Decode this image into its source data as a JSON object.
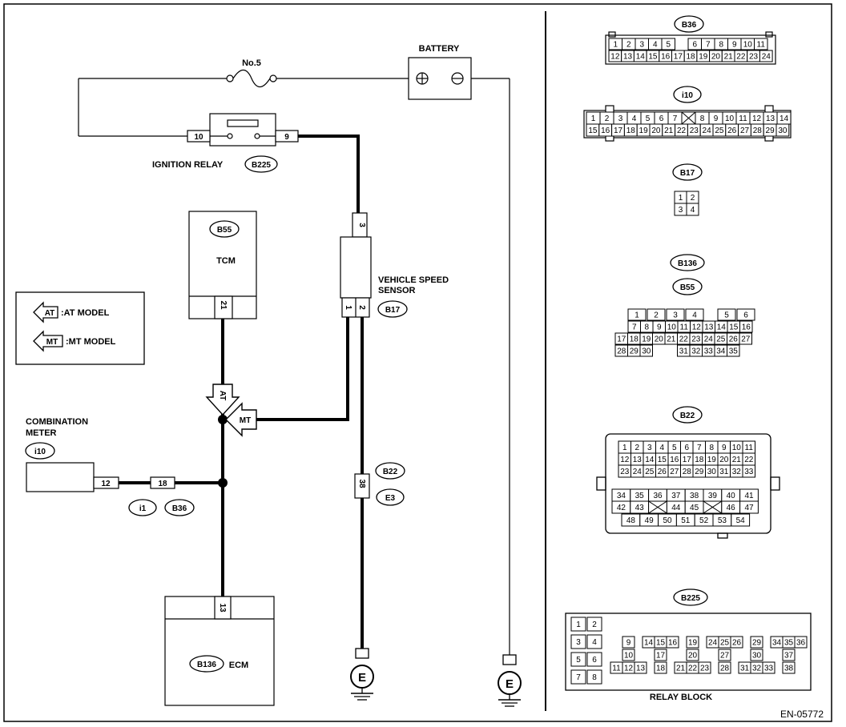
{
  "labels": {
    "fuse": "No.5",
    "battery": "BATTERY",
    "ignition_relay": "IGNITION RELAY",
    "tcm": "TCM",
    "vehicle_speed_sensor_1": "VEHICLE SPEED",
    "vehicle_speed_sensor_2": "SENSOR",
    "combination_meter_1": "COMBINATION",
    "combination_meter_2": "METER",
    "ecm": "ECM",
    "relay_block": "RELAY BLOCK",
    "figure_code": "EN-05772",
    "ground": "E"
  },
  "legend": {
    "at_tag": "AT",
    "at_text": ":AT MODEL",
    "mt_tag": "MT",
    "mt_text": ":MT MODEL"
  },
  "connector_ids": {
    "b225": "B225",
    "b55": "B55",
    "b17": "B17",
    "i10": "i10",
    "i1": "i1",
    "b36": "B36",
    "b22": "B22",
    "e3": "E3",
    "b136": "B136"
  },
  "pins": {
    "relay_left": "10",
    "relay_right": "9",
    "vss_3": "3",
    "vss_1": "1",
    "vss_2": "2",
    "tcm_21": "21",
    "meter_12": "12",
    "i1_18": "18",
    "b22_38": "38",
    "ecm_13": "13"
  },
  "tags": {
    "at": "AT",
    "mt": "MT"
  },
  "right_panel": {
    "b36_title": "B36",
    "b36_top": [
      "1",
      "2",
      "3",
      "4",
      "5",
      "",
      "6",
      "7",
      "8",
      "9",
      "10",
      "11"
    ],
    "b36_bottom": [
      "12",
      "13",
      "14",
      "15",
      "16",
      "17",
      "18",
      "19",
      "20",
      "21",
      "22",
      "23",
      "24"
    ],
    "i10_title": "i10",
    "i10_top": [
      "1",
      "2",
      "3",
      "4",
      "5",
      "6",
      "7",
      "X",
      "8",
      "9",
      "10",
      "11",
      "12",
      "13",
      "14"
    ],
    "i10_bottom": [
      "15",
      "16",
      "17",
      "18",
      "19",
      "20",
      "21",
      "22",
      "23",
      "24",
      "25",
      "26",
      "27",
      "28",
      "29",
      "30"
    ],
    "b17_title": "B17",
    "b17_cells": [
      "1",
      "2",
      "3",
      "4"
    ],
    "b136_title": "B136",
    "b55_title": "B55",
    "b55_rows": [
      [
        "1",
        "2",
        "3",
        "4",
        "",
        "5",
        "6"
      ],
      [
        "7",
        "8",
        "9",
        "10",
        "11",
        "12",
        "13",
        "14",
        "15",
        "16"
      ],
      [
        "17",
        "18",
        "19",
        "20",
        "21",
        "22",
        "23",
        "24",
        "25",
        "26",
        "27"
      ],
      [
        "28",
        "29",
        "30",
        "",
        "",
        "31",
        "32",
        "33",
        "34",
        "35"
      ]
    ],
    "b22_title": "B22",
    "b22_upper": [
      [
        "1",
        "2",
        "3",
        "4",
        "5",
        "6",
        "7",
        "8",
        "9",
        "10",
        "11"
      ],
      [
        "12",
        "13",
        "14",
        "15",
        "16",
        "17",
        "18",
        "19",
        "20",
        "21",
        "22"
      ],
      [
        "23",
        "24",
        "25",
        "26",
        "27",
        "28",
        "29",
        "30",
        "31",
        "32",
        "33"
      ]
    ],
    "b22_lower": [
      [
        "34",
        "35",
        "36",
        "37",
        "38",
        "39",
        "40",
        "41"
      ],
      [
        "42",
        "43",
        "X",
        "44",
        "45",
        "X",
        "46",
        "47"
      ],
      [
        "48",
        "49",
        "50",
        "51",
        "52",
        "53",
        "54"
      ]
    ],
    "b225_title": "B225",
    "b225_left": [
      [
        "1",
        "2"
      ],
      [
        "3",
        "4"
      ],
      [
        "5",
        "6"
      ],
      [
        "7",
        "8"
      ]
    ],
    "b225_c1": [
      "9",
      "10",
      "11",
      "12",
      "13"
    ],
    "b225_c2": [
      "14",
      "15",
      "16",
      "17",
      "18"
    ],
    "b225_c3": [
      "19",
      "20",
      "21",
      "22",
      "23"
    ],
    "b225_c4": [
      "24",
      "25",
      "26",
      "27",
      "28"
    ],
    "b225_c5": [
      "29",
      "30",
      "31",
      "32",
      "33"
    ],
    "b225_c6": [
      "34",
      "35",
      "36",
      "37",
      "38"
    ]
  }
}
